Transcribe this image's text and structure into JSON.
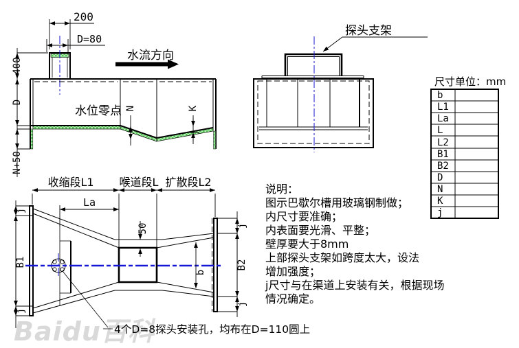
{
  "watermark": "Baidu百科",
  "top_view": {
    "dim_width": "200",
    "dim_pipe": "D=80",
    "dim_400": "400",
    "dim_depth": "D",
    "dim_n": "N",
    "dim_k": "K",
    "dim_n50": "N+50",
    "flow_direction_label": "水流方向",
    "water_zero_label": "水位零点"
  },
  "section_view": {
    "probe_bracket_label": "探头支架"
  },
  "size_table": {
    "title": "尺寸单位：mm",
    "rows": [
      {
        "param": "b",
        "value": ""
      },
      {
        "param": "L1",
        "value": ""
      },
      {
        "param": "La",
        "value": ""
      },
      {
        "param": "L",
        "value": ""
      },
      {
        "param": "L2",
        "value": ""
      },
      {
        "param": "B1",
        "value": ""
      },
      {
        "param": "B2",
        "value": ""
      },
      {
        "param": "D",
        "value": ""
      },
      {
        "param": "N",
        "value": ""
      },
      {
        "param": "K",
        "value": ""
      },
      {
        "param": "j",
        "value": ""
      }
    ]
  },
  "plan_view": {
    "contraction_label": "收缩段L1",
    "throat_label": "喉道段L",
    "diffusion_label": "扩散段L2",
    "dim_la": "La",
    "dim_50": "50",
    "dim_b": "b",
    "dim_b1": "B1",
    "dim_b2": "B2",
    "dim_j": "j",
    "holes_note": "4个D=8探头安装孔，均布在D=110圆上"
  },
  "notes": {
    "title": "说明：",
    "lines": [
      "图示巴歇尔槽用玻璃钢制做；",
      "内尺寸要准确；",
      "内表面要光滑、平整；",
      "壁厚要大于8mm",
      "上部探头支架如跨度太大，设法",
      "增加强度；",
      "j尺寸与在渠道上安装有关，根据现场",
      "情况确定。"
    ]
  },
  "colors": {
    "centerline_blue": "#1515d6",
    "hatch_green": "#8de08d"
  }
}
